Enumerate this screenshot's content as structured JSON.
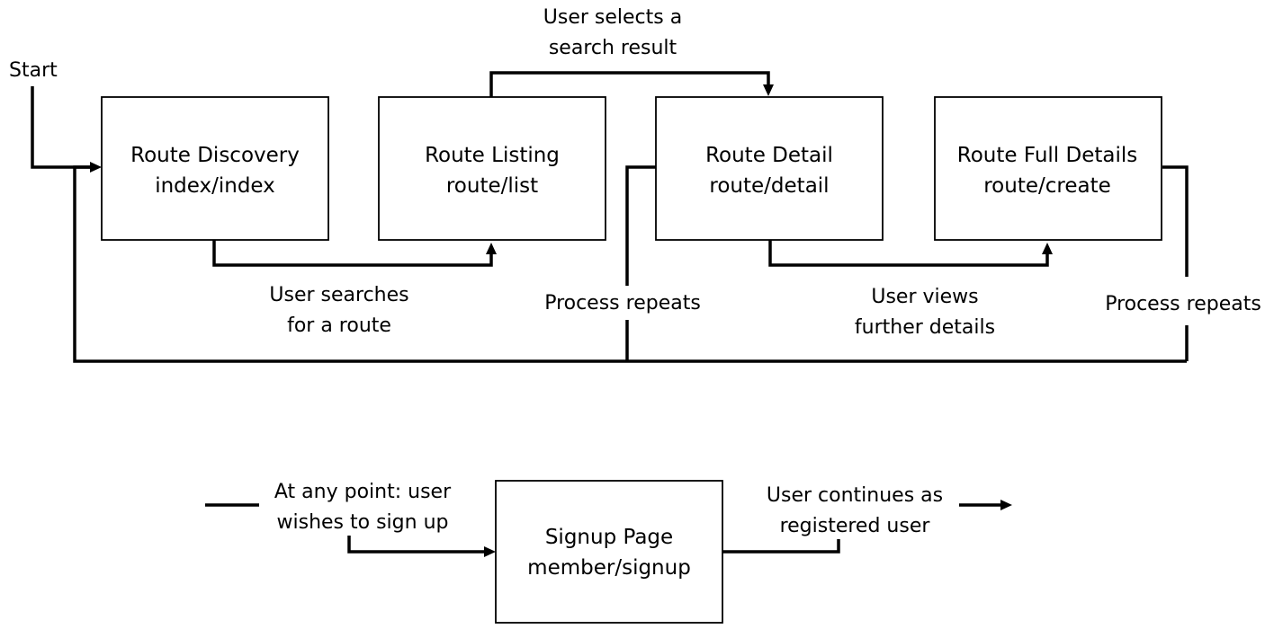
{
  "nodes": {
    "route_discovery": {
      "title": "Route Discovery",
      "path": "index/index"
    },
    "route_listing": {
      "title": "Route Listing",
      "path": "route/list"
    },
    "route_detail": {
      "title": "Route Detail",
      "path": "route/detail"
    },
    "route_full_details": {
      "title": "Route Full Details",
      "path": "route/create"
    },
    "signup_page": {
      "title": "Signup Page",
      "path": "member/signup"
    }
  },
  "labels": {
    "start": "Start",
    "selects_result_1": "User selects a",
    "selects_result_2": "search result",
    "searches_1": "User searches",
    "searches_2": "for a route",
    "repeats_1": "Process repeats",
    "views_1": "User views",
    "views_2": "further details",
    "repeats_2": "Process repeats",
    "sign_up_1": "At any point: user",
    "sign_up_2": "wishes to sign up",
    "continues_1": "User continues as",
    "continues_2": "registered user"
  }
}
